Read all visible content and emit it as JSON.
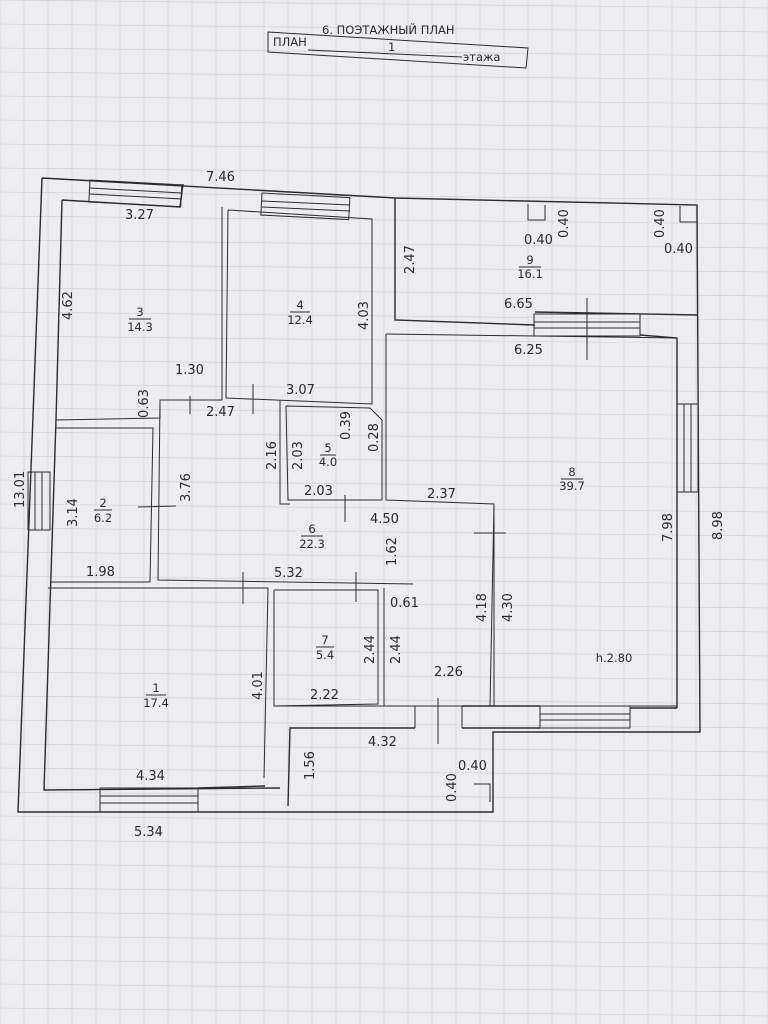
{
  "header": {
    "title": "6. ПОЭТАЖНЫЙ ПЛАН",
    "plan_label": "ПЛАН",
    "floor_number": "1",
    "floor_word": "этажа"
  },
  "rooms": [
    {
      "id": "r1",
      "number": "1",
      "area": "17.4"
    },
    {
      "id": "r2",
      "number": "2",
      "area": "6.2"
    },
    {
      "id": "r3",
      "number": "3",
      "area": "14.3"
    },
    {
      "id": "r4",
      "number": "4",
      "area": "12.4"
    },
    {
      "id": "r5",
      "number": "5",
      "area": "4.0"
    },
    {
      "id": "r6",
      "number": "6",
      "area": "22.3"
    },
    {
      "id": "r7",
      "number": "7",
      "area": "5.4"
    },
    {
      "id": "r8",
      "number": "8",
      "area": "39.7"
    },
    {
      "id": "r9",
      "number": "9",
      "area": "16.1"
    }
  ],
  "ceiling_height": "h.2.80",
  "dimensions": {
    "top_overall": "7.46",
    "left_overall": "13.01",
    "right_overall": "8.98",
    "bottom_overall": "5.34",
    "r3_width": "3.27",
    "r3_depth": "4.62",
    "r3_pier": "1.30",
    "r3_side": "0.63",
    "r4_depth": "4.03",
    "r4_width": "3.07",
    "corridor_width": "2.47",
    "r9_depth": "2.47",
    "r9_column_a": "0.40",
    "r9_column_b": "0.40",
    "r9_column_c": "0.40",
    "r9_column_d": "0.40",
    "r9_width": "6.65",
    "r8_top": "6.25",
    "r8_depth": "7.98",
    "r8_inner": "2.37",
    "r2_depth": "3.14",
    "r2_width": "1.98",
    "r6_depth": "3.76",
    "r6_side": "2.16",
    "r5_depth": "2.03",
    "r5_offset_a": "0.39",
    "r5_offset_b": "0.28",
    "r5_width": "2.03",
    "r6_width": "4.50",
    "r6_step": "1.62",
    "r6_length": "5.32",
    "r6_small": "0.61",
    "r6_right_depth": "4.18",
    "r8_lower_depth": "4.30",
    "r1_depth": "4.01",
    "r1_width": "4.34",
    "r7_depth_a": "2.44",
    "r7_depth_b": "2.44",
    "r7_width": "2.22",
    "hall_width": "2.26",
    "porch_width": "4.32",
    "porch_depth": "1.56",
    "porch_column_a": "0.40",
    "porch_column_b": "0.40"
  }
}
